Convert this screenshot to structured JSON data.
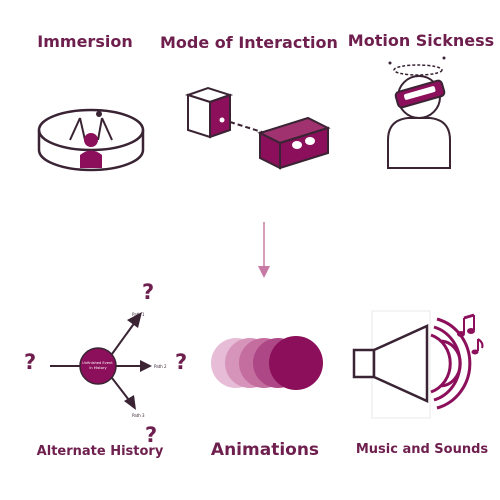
{
  "top_row": {
    "immersion_label": "Immersion",
    "mode_label": "Mode of Interaction",
    "motion_label": "Motion Sickness"
  },
  "bottom_row": {
    "alternate_label": "Alternate History",
    "animations_label": "Animations",
    "music_label": "Music and Sounds"
  },
  "history_diagram": {
    "center_label": "Unfinished Event In History",
    "path1": "Path 1",
    "path2": "Path 2",
    "path3": "Path 3",
    "question_mark": "?"
  },
  "colors": {
    "primary": "#8b0f5a",
    "label": "#6e1f4e",
    "outline": "#3a2434",
    "arrow": "#c77aa6"
  }
}
